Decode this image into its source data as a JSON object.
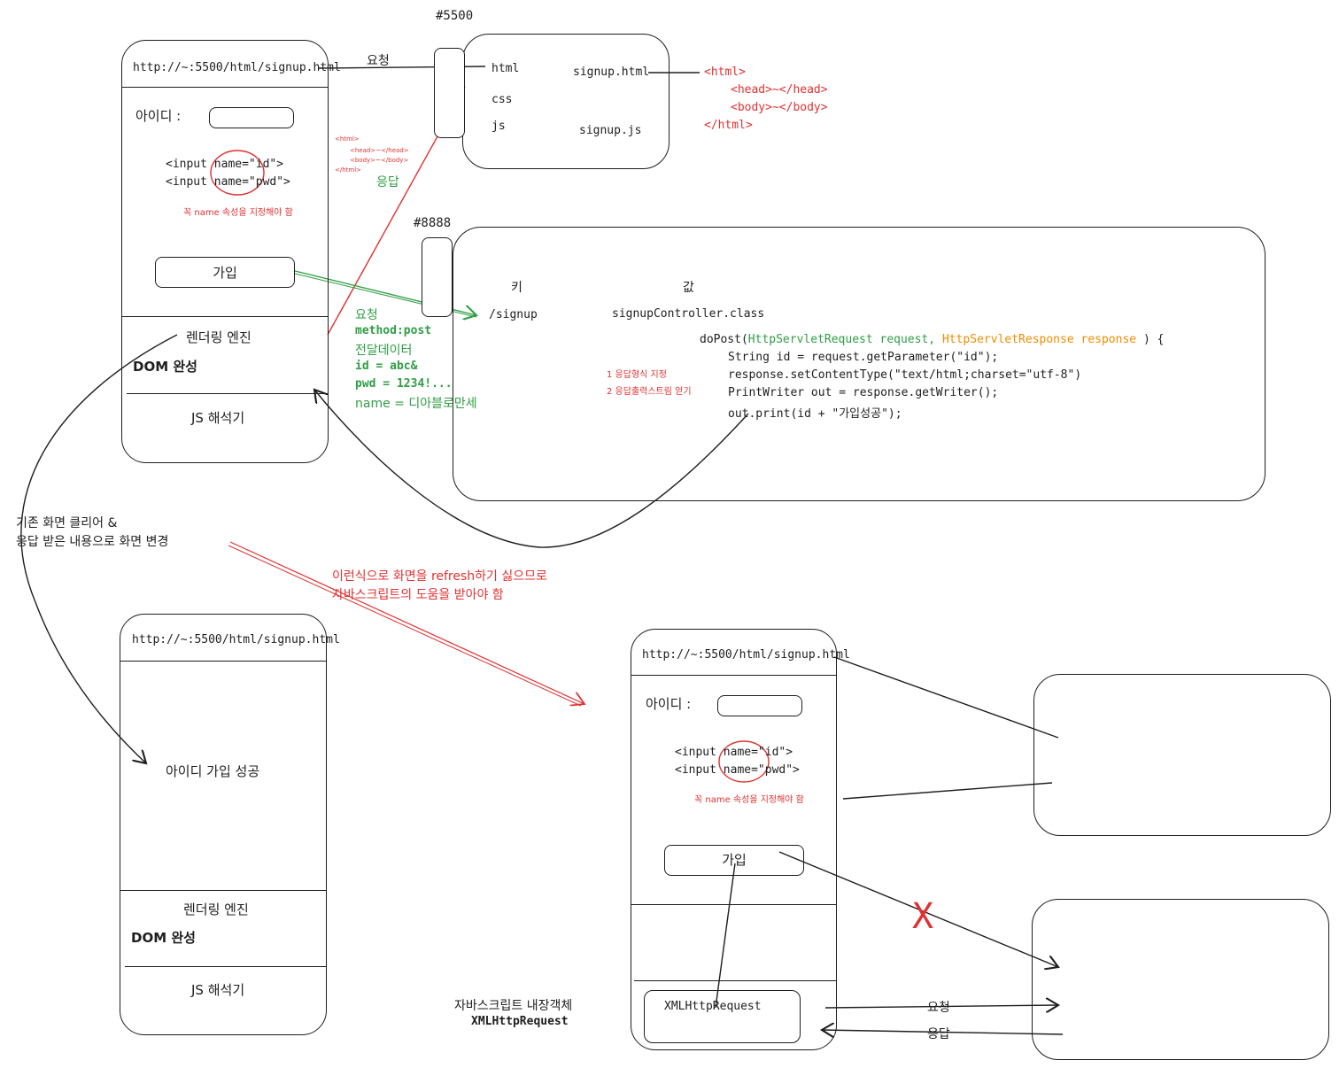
{
  "server5500": {
    "label": "#5500",
    "files": [
      "html",
      "css",
      "js"
    ],
    "files2": [
      "signup.html",
      "signup.js"
    ],
    "html_code": [
      "<html>",
      "<head>~</head>",
      "<body>~</body>",
      "</html>"
    ]
  },
  "server8888": {
    "label": "#8888",
    "key_header": "키",
    "value_header": "값",
    "key": "/signup",
    "value": "signupController.class",
    "method_prefix": "doPost(",
    "param1": "HttpServletRequest request,",
    "param2": "HttpServletResponse response",
    "method_suffix": ") {",
    "code": [
      "String id = request.getParameter(\"id\");",
      "response.setContentType(\"text/html;charset=\"utf-8\")",
      "PrintWriter out = response.getWriter();",
      "out.print(id + \"가입성공\");"
    ],
    "notes": [
      "1 응답형식 지정",
      "2 응답출력스트림 얻기"
    ]
  },
  "browser1": {
    "url": "http://~:5500/html/signup.html",
    "id_label": "아이디 :",
    "code": [
      "<input name=\"id\">",
      "<input name=\"pwd\">"
    ],
    "note": "꼭 name 속성을 지정해야 함",
    "button": "가입",
    "engine": "렌더링 엔진",
    "dom": "DOM 완성",
    "js": "JS 해석기"
  },
  "browser2": {
    "url": "http://~:5500/html/signup.html",
    "message": "아이디 가입 성공",
    "engine": "렌더링 엔진",
    "dom": "DOM 완성",
    "js": "JS 해석기"
  },
  "browser3": {
    "url": "http://~:5500/html/signup.html",
    "id_label": "아이디 :",
    "code": [
      "<input name=\"id\">",
      "<input name=\"pwd\">"
    ],
    "note": "꼭 name 속성을 지정해야 함",
    "button": "가입",
    "xhr": "XMLHttpRequest"
  },
  "labels": {
    "request_top": "요청",
    "response_small_html": [
      "<html>",
      "<head>~</head>",
      "<body>~</body>",
      "</html>"
    ],
    "response_top": "응답",
    "request_green": [
      "요청",
      "method:post",
      "전달데이터",
      "id = abc&",
      "pwd = 1234!...",
      "name = 디아블로만세"
    ],
    "clear_text": [
      "기존 화면 클리어 &",
      "응답 받은 내용으로 화면 변경"
    ],
    "refresh_text": [
      "이런식으로 화면을 refresh하기 싫으므로",
      "자바스크립트의 도움을 받아야 함"
    ],
    "js_builtin": [
      "자바스크립트 내장객체",
      "XMLHttpRequest"
    ],
    "xhr_request": "요청",
    "xhr_response": "응답",
    "x_mark": "X"
  },
  "colors": {
    "red": "#e03131",
    "green": "#2f9e44",
    "orange": "#f08c00",
    "ink": "#1e1e1e"
  }
}
